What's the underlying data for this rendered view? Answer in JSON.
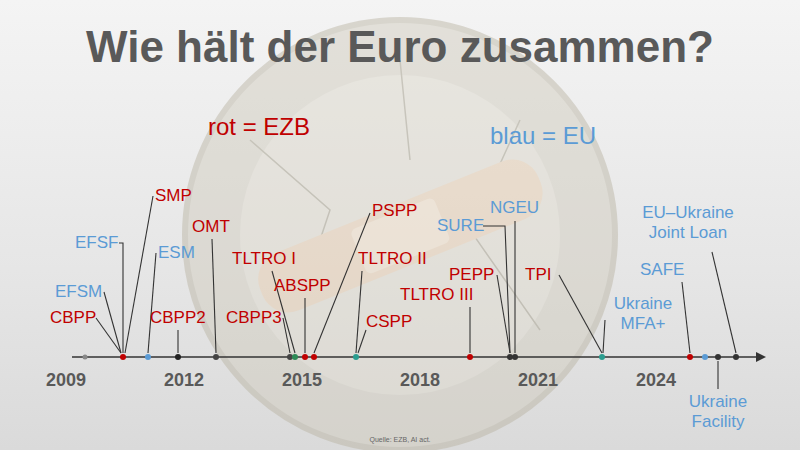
{
  "diagram": {
    "title": "Wie hält der Euro zusammen?",
    "caption": "Quelle: EZB, AI act.",
    "labels": [
      "rot = EZB",
      "blau = EU",
      "CBPP",
      "EFSM",
      "EFSF",
      "SMP",
      "ESM",
      "CBPP2",
      "OMT",
      "TLTRO I",
      "CBPP3",
      "ABSPP",
      "PSPP",
      "TLTRO II",
      "CSPP",
      "TLTRO III",
      "SURE",
      "NGEU",
      "PEPP",
      "TPI",
      "Ukraine MFA+",
      "SAFE",
      "EU–Ukraine Joint Loan",
      "Ukraine Facility",
      "2009",
      "2012",
      "2015",
      "2018",
      "2021",
      "2024"
    ]
  }
}
